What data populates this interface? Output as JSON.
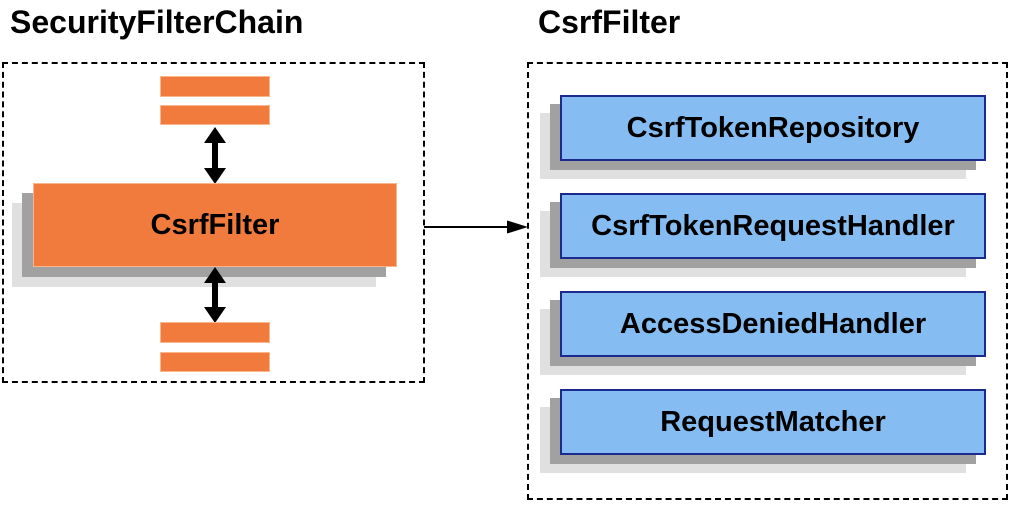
{
  "left_panel": {
    "title": "SecurityFilterChain",
    "filter_box_label": "CsrfFilter"
  },
  "right_panel": {
    "title": "CsrfFilter",
    "components": [
      {
        "label": "CsrfTokenRepository"
      },
      {
        "label": "CsrfTokenRequestHandler"
      },
      {
        "label": "AccessDeniedHandler"
      },
      {
        "label": "RequestMatcher"
      }
    ]
  },
  "icons": {
    "vertical_arrows": "bidirectional-arrow-icon",
    "horizontal_arrow": "right-arrow-icon"
  },
  "colors": {
    "orange_fill": "#F07B3C",
    "blue_fill": "#85BDF2",
    "blue_border": "#1B2B8D",
    "shadow_dark": "#A1A1A1",
    "shadow_light": "#E0E0E0",
    "dashed_border": "#000000",
    "arrow": "#000000",
    "text": "#000000",
    "background": "#FFFFFF"
  }
}
